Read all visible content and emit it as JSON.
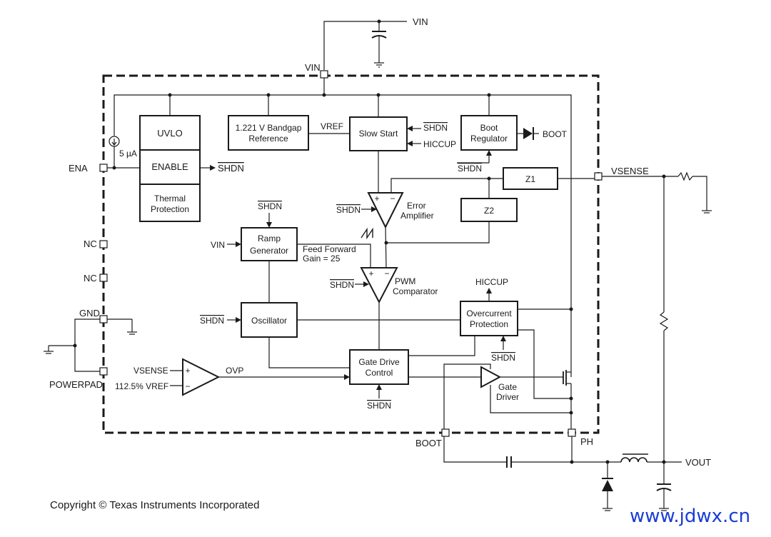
{
  "colors": {
    "line": "#1a1a1a",
    "box_fill": "#ffffff",
    "watermark": "#1a3cd6"
  },
  "blocks": {
    "uvlo": "UVLO",
    "enable": "ENABLE",
    "thermal_1": "Thermal",
    "thermal_2": "Protection",
    "bandgap_1": "1.221 V Bandgap",
    "bandgap_2": "Reference",
    "slow_start": "Slow Start",
    "boot_reg_1": "Boot",
    "boot_reg_2": "Regulator",
    "z1": "Z1",
    "z2": "Z2",
    "ramp_1": "Ramp",
    "ramp_2": "Generator",
    "oscillator": "Oscillator",
    "overcurrent_1": "Overcurrent",
    "overcurrent_2": "Protection",
    "gate_ctrl_1": "Gate Drive",
    "gate_ctrl_2": "Control"
  },
  "pins": {
    "vin": "VIN",
    "ena": "ENA",
    "nc": "NC",
    "gnd": "GND",
    "powerpad": "POWERPAD",
    "vsense": "VSENSE",
    "boot": "BOOT",
    "ph": "PH",
    "vout": "VOUT"
  },
  "signals": {
    "vin": "VIN",
    "vref": "VREF",
    "shdn": "SHDN",
    "hiccup": "HICCUP",
    "boot": "BOOT",
    "current": "5 µA",
    "error_amp_1": "Error",
    "error_amp_2": "Amplifier",
    "ff_1": "Feed Forward",
    "ff_2": "Gain = 25",
    "pwm_1": "PWM",
    "pwm_2": "Comparator",
    "gate_driver_1": "Gate",
    "gate_driver_2": "Driver",
    "vsense": "VSENSE",
    "vref_pct": "112.5% VREF",
    "ovp": "OVP",
    "plus": "+",
    "minus": "−"
  },
  "footer": {
    "copyright": "Copyright © Texas Instruments Incorporated",
    "watermark": "www.jdwx.cn"
  }
}
